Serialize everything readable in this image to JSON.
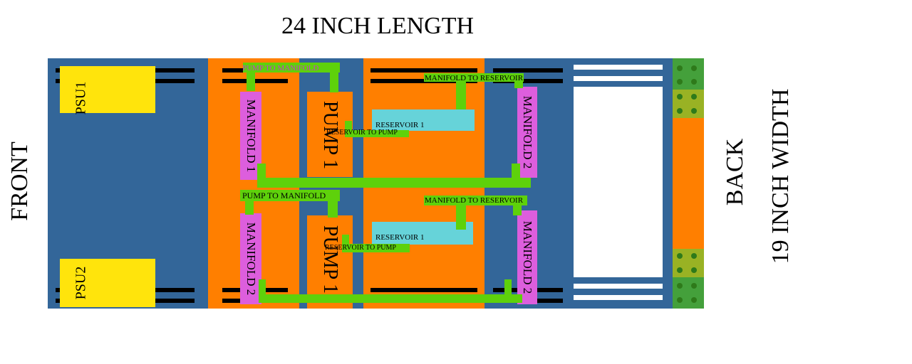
{
  "title": "24 INCH LENGTH",
  "front_label": "FRONT",
  "back_label": "BACK",
  "width_label": "19 INCH WIDTH",
  "psu": [
    "PSU1",
    "PSU2"
  ],
  "top_loop": {
    "pump_to_manifold": "PUMP TO MANIFOLD",
    "manifold_1": "MANIFOLD 1",
    "pump": "PUMP 1",
    "reservoir_to_pump": "RESERVOIR TO PUMP",
    "reservoir": "RESERVOIR 1",
    "manifold_to_reservoir": "MANIFOLD TO RESERVOIR",
    "manifold_2": "MANIFOLD 2"
  },
  "bottom_loop": {
    "pump_to_manifold": "PUMP TO MANIFOLD",
    "manifold_2_left": "MANIFOLD 2",
    "pump": "PUMP 1",
    "reservoir_to_pump": "RESERVOIR TO PUMP",
    "reservoir": "RESERVOIR 1",
    "manifold_to_reservoir": "MANIFOLD TO RESERVOIR",
    "manifold_2": "MANIFOLD 2"
  },
  "colors": {
    "chassis": "#336699",
    "orange": "#ff7f00",
    "psu": "#ffe40c",
    "manifold": "#dd5edd",
    "reservoir": "#66d3d9",
    "tubing": "#5ed10b"
  }
}
